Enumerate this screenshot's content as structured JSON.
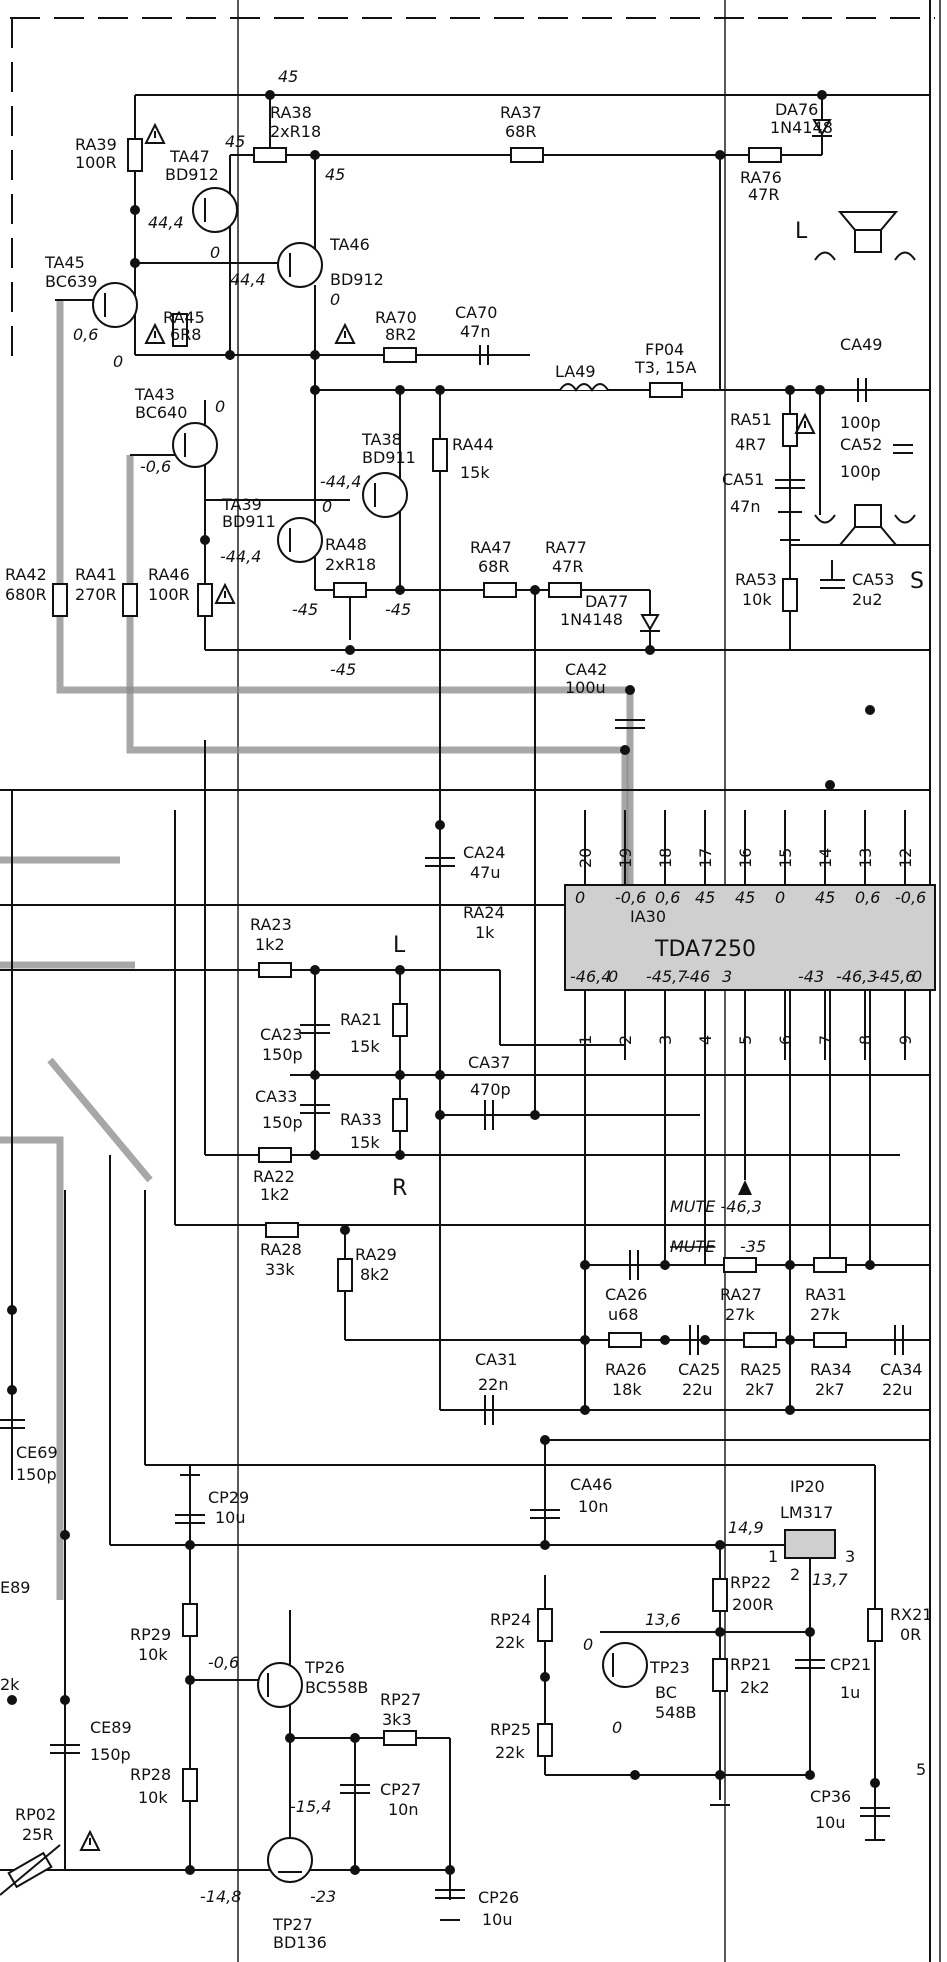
{
  "colors": {
    "ink": "#111111",
    "background": "#ffffff",
    "gray_trace": "#8a8a8a",
    "ic_fill": "#cfcfcf"
  },
  "icons": [
    "transistor-icon",
    "resistor-icon",
    "capacitor-icon",
    "diode-icon",
    "inductor-icon",
    "fuse-icon",
    "speaker-icon",
    "warning-triangle-icon",
    "ground-icon"
  ],
  "transistors": {
    "ta47": {
      "ref": "TA47",
      "type": "BD912"
    },
    "ta46": {
      "ref": "TA46",
      "type": "BD912"
    },
    "ta45": {
      "ref": "TA45",
      "type": "BC639"
    },
    "ta43": {
      "ref": "TA43",
      "type": "BC640"
    },
    "ta38": {
      "ref": "TA38",
      "type": "BD911"
    },
    "ta39": {
      "ref": "TA39",
      "type": "BD911"
    },
    "tp26": {
      "ref": "TP26",
      "type": "BC558B"
    },
    "tp23": {
      "ref": "TP23",
      "type": "BC",
      "type2": "548B"
    },
    "tp27": {
      "ref": "TP27",
      "type": "BD136"
    }
  },
  "resistors": {
    "ra39": {
      "ref": "RA39",
      "value": "100R"
    },
    "ra38": {
      "ref": "RA38",
      "value": "2xR18"
    },
    "ra37": {
      "ref": "RA37",
      "value": "68R"
    },
    "ra76": {
      "ref": "RA76",
      "value": "47R"
    },
    "ra45": {
      "ref": "RA45",
      "value": "6R8"
    },
    "ra70": {
      "ref": "RA70",
      "value": "8R2"
    },
    "ra44": {
      "ref": "RA44",
      "value": "15k"
    },
    "ra48": {
      "ref": "RA48",
      "value": "2xR18"
    },
    "ra47": {
      "ref": "RA47",
      "value": "68R"
    },
    "ra77": {
      "ref": "RA77",
      "value": "47R"
    },
    "ra42": {
      "ref": "RA42",
      "value": "680R"
    },
    "ra41": {
      "ref": "RA41",
      "value": "270R"
    },
    "ra46": {
      "ref": "RA46",
      "value": "100R"
    },
    "ra51": {
      "ref": "RA51",
      "value": "4R7"
    },
    "ra53": {
      "ref": "RA53",
      "value": "10k"
    },
    "ra23": {
      "ref": "RA23",
      "value": "1k2"
    },
    "ra24": {
      "ref": "RA24",
      "value": "1k"
    },
    "ra21": {
      "ref": "RA21",
      "value": "15k"
    },
    "ra33": {
      "ref": "RA33",
      "value": "15k"
    },
    "ra22": {
      "ref": "RA22",
      "value": "1k2"
    },
    "ra28": {
      "ref": "RA28",
      "value": "33k"
    },
    "ra29": {
      "ref": "RA29",
      "value": "8k2"
    },
    "ra27": {
      "ref": "RA27",
      "value": "27k"
    },
    "ra31": {
      "ref": "RA31",
      "value": "27k"
    },
    "ra26": {
      "ref": "RA26",
      "value": "18k"
    },
    "ra25": {
      "ref": "RA25",
      "value": "2k7"
    },
    "ra34": {
      "ref": "RA34",
      "value": "2k7"
    },
    "rp22": {
      "ref": "RP22",
      "value": "200R"
    },
    "rp21": {
      "ref": "RP21",
      "value": "2k2"
    },
    "rp24": {
      "ref": "RP24",
      "value": "22k"
    },
    "rp25": {
      "ref": "RP25",
      "value": "22k"
    },
    "rp29": {
      "ref": "RP29",
      "value": "10k"
    },
    "rp28": {
      "ref": "RP28",
      "value": "10k"
    },
    "rp27": {
      "ref": "RP27",
      "value": "3k3"
    },
    "rx21": {
      "ref": "RX21",
      "value": "0R"
    },
    "rp02": {
      "ref": "RP02",
      "value": "25R"
    }
  },
  "capacitors": {
    "ca70": {
      "ref": "CA70",
      "value": "47n"
    },
    "ca49": {
      "ref": "CA49",
      "value": "100p"
    },
    "ca52": {
      "ref": "CA52",
      "value": "100p"
    },
    "ca51": {
      "ref": "CA51",
      "value": "47n"
    },
    "ca53": {
      "ref": "CA53",
      "value": "2u2"
    },
    "ca42": {
      "ref": "CA42",
      "value": "100u"
    },
    "ca24": {
      "ref": "CA24",
      "value": "47u"
    },
    "ca23": {
      "ref": "CA23",
      "value": "150p"
    },
    "ca33": {
      "ref": "CA33",
      "value": "150p"
    },
    "ca37": {
      "ref": "CA37",
      "value": "470p"
    },
    "ca26": {
      "ref": "CA26",
      "value": "u68"
    },
    "ca25": {
      "ref": "CA25",
      "value": "22u"
    },
    "ca34": {
      "ref": "CA34",
      "value": "22u"
    },
    "ca31": {
      "ref": "CA31",
      "value": "22n"
    },
    "ca46": {
      "ref": "CA46",
      "value": "10n"
    },
    "cp29": {
      "ref": "CP29",
      "value": "10u"
    },
    "cp21": {
      "ref": "CP21",
      "value": "1u"
    },
    "cp27": {
      "ref": "CP27",
      "value": "10n"
    },
    "cp26": {
      "ref": "CP26",
      "value": "10u"
    },
    "cp36": {
      "ref": "CP36",
      "value": "10u"
    },
    "ce69": {
      "ref": "CE69",
      "value": "150p"
    },
    "ce89": {
      "ref": "CE89",
      "value": "150p"
    }
  },
  "diodes": {
    "da76": {
      "ref": "DA76",
      "type": "1N4148"
    },
    "da77": {
      "ref": "DA77",
      "type": "1N4148"
    }
  },
  "inductor": {
    "ref": "LA49"
  },
  "fuse": {
    "ref": "FP04",
    "value": "T3, 15A"
  },
  "amp_ic": {
    "ref": "IA30",
    "type": "TDA7250",
    "top_pins": [
      "20",
      "19",
      "18",
      "17",
      "16",
      "15",
      "14",
      "13",
      "12"
    ],
    "top_volts": [
      "0",
      "-0,6",
      "0,6",
      "45",
      "45",
      "0",
      "45",
      "0,6",
      "-0,6"
    ],
    "bottom_pins": [
      "1",
      "2",
      "3",
      "4",
      "5",
      "6",
      "7",
      "8",
      "9"
    ],
    "bottom_volts": [
      "-46,4",
      "0",
      "-45,7",
      "-46",
      "3",
      "",
      "-43",
      "-46,3",
      "-45,6",
      "0"
    ]
  },
  "regulator": {
    "ref": "IP20",
    "type": "LM317",
    "pin1": "1",
    "pin2": "2",
    "pin3": "3"
  },
  "channels": {
    "left": "L",
    "right": "R",
    "speaker_l": "L",
    "speaker_s": "S"
  },
  "voltages": {
    "v45_top": "45",
    "v45_a": "45",
    "v45_b": "45",
    "v44_4a": "44,4",
    "v0_a": "0",
    "v44_4b": "44,4",
    "v0_b": "0",
    "v0_6": "0,6",
    "v0_c": "0",
    "v0_d": "0",
    "vm0_6": "-0,6",
    "vm44_4a": "-44,4",
    "v0_e": "0",
    "vm44_4b": "-44,4",
    "vm45_a": "-45",
    "vm45_b": "-45",
    "vm45_c": "-45",
    "mute1": "MUTE -46,3",
    "mute2": "MUTE",
    "mute2v": "-35",
    "v14_9": "14,9",
    "v13_7": "13,7",
    "v13_6": "13,6",
    "v0_f": "0",
    "v0_g": "0",
    "vm0_6b": "-0,6",
    "vm15_4": "-15,4",
    "vm14_8": "-14,8",
    "vm23": "-23"
  },
  "edge_fragments": {
    "e89": "E89",
    "k2": "2k",
    "n5": "5"
  }
}
